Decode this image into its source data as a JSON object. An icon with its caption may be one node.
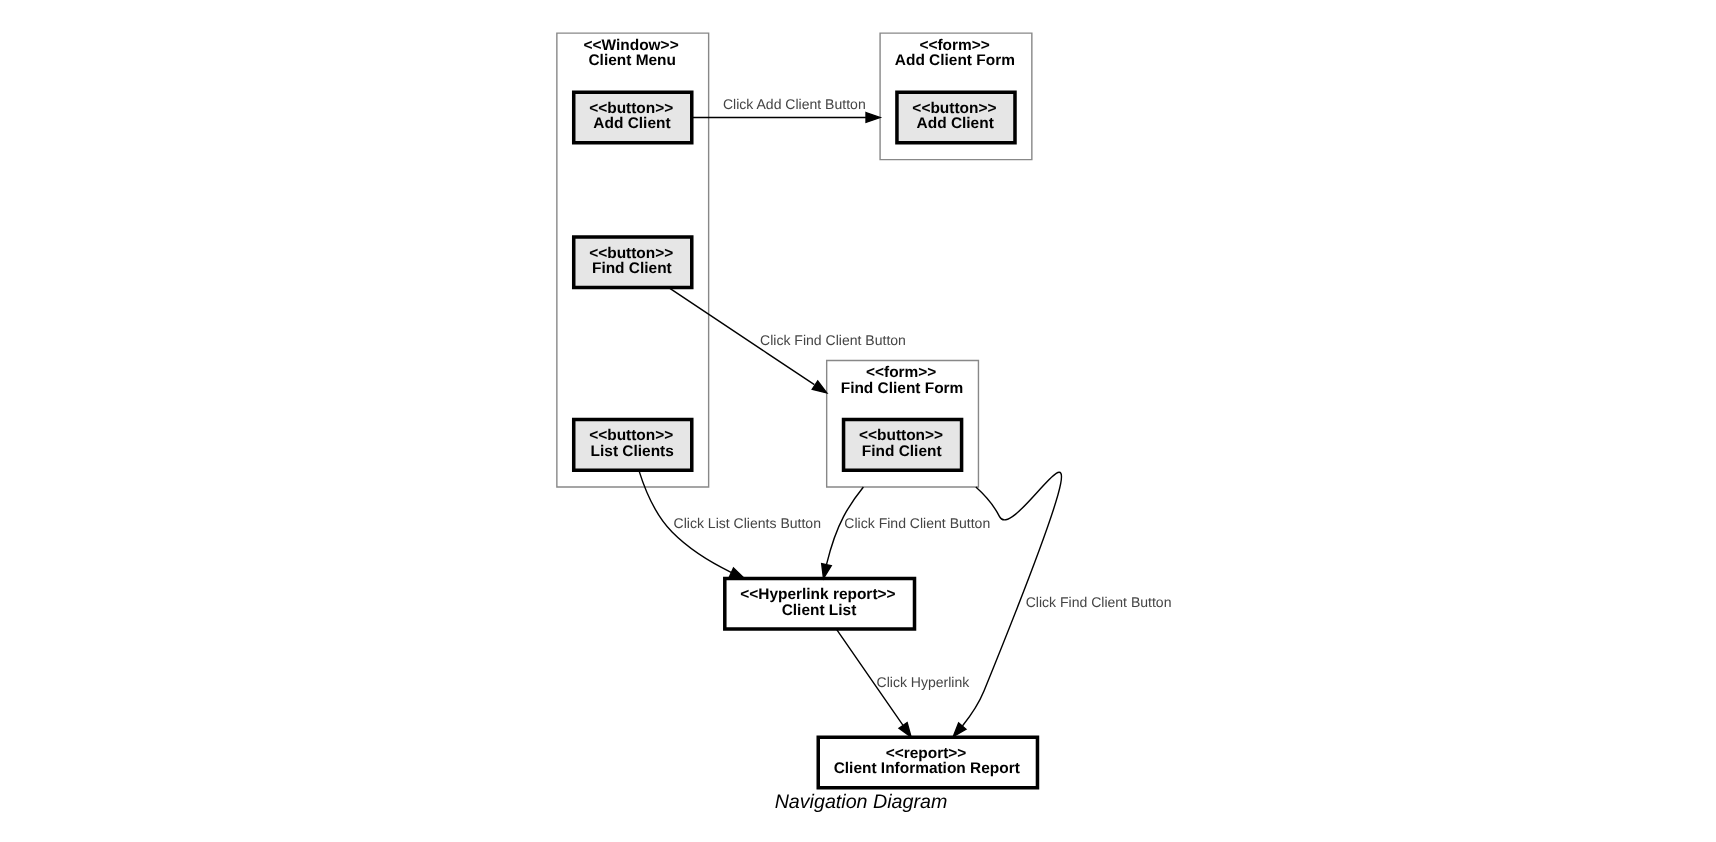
{
  "diagram": {
    "caption": "Navigation Diagram",
    "nodes": [
      {
        "text": [
          "<<Window>>",
          "Client Menu"
        ]
      },
      {
        "text": [
          "<<button>>",
          "Add Client"
        ],
        "in": 0
      },
      {
        "text": [
          "<<button>>",
          "Find Client"
        ],
        "in": 0
      },
      {
        "text": [
          "<<button>>",
          "List Clients"
        ],
        "in": 0
      },
      {
        "text": [
          "<<form>>",
          "Find Client Form"
        ]
      },
      {
        "text": [
          "<<button>>",
          "Find Client"
        ],
        "in": 4
      },
      {
        "text": [
          "<<form>>",
          "Add Client Form"
        ]
      },
      {
        "text": [
          "<<button>>",
          "Add Client"
        ],
        "in": 6
      },
      {
        "text": [
          "<<report>>",
          "Client Information Report"
        ]
      },
      {
        "text": [
          "<<Hyperlink report>>",
          "Client List"
        ]
      }
    ],
    "edges": [
      {
        "from": 2,
        "to": 4,
        "arrow": "to",
        "label": "Click Find Client Button"
      },
      {
        "from": 1,
        "to": 6,
        "arrow": "to",
        "label": "Click Add Client Button"
      },
      {
        "from": 3,
        "to": 9,
        "arrow": "to",
        "label": "Click List Clients Button"
      },
      {
        "from": 4,
        "to": 8,
        "arrow": "to",
        "label": "Click Find Client Button"
      },
      {
        "from": 4,
        "to": 9,
        "arrow": "to",
        "label": "Click Find Client Button"
      },
      {
        "from": 9,
        "to": 8,
        "arrow": "to",
        "label": "Click Hyperlink"
      }
    ]
  }
}
